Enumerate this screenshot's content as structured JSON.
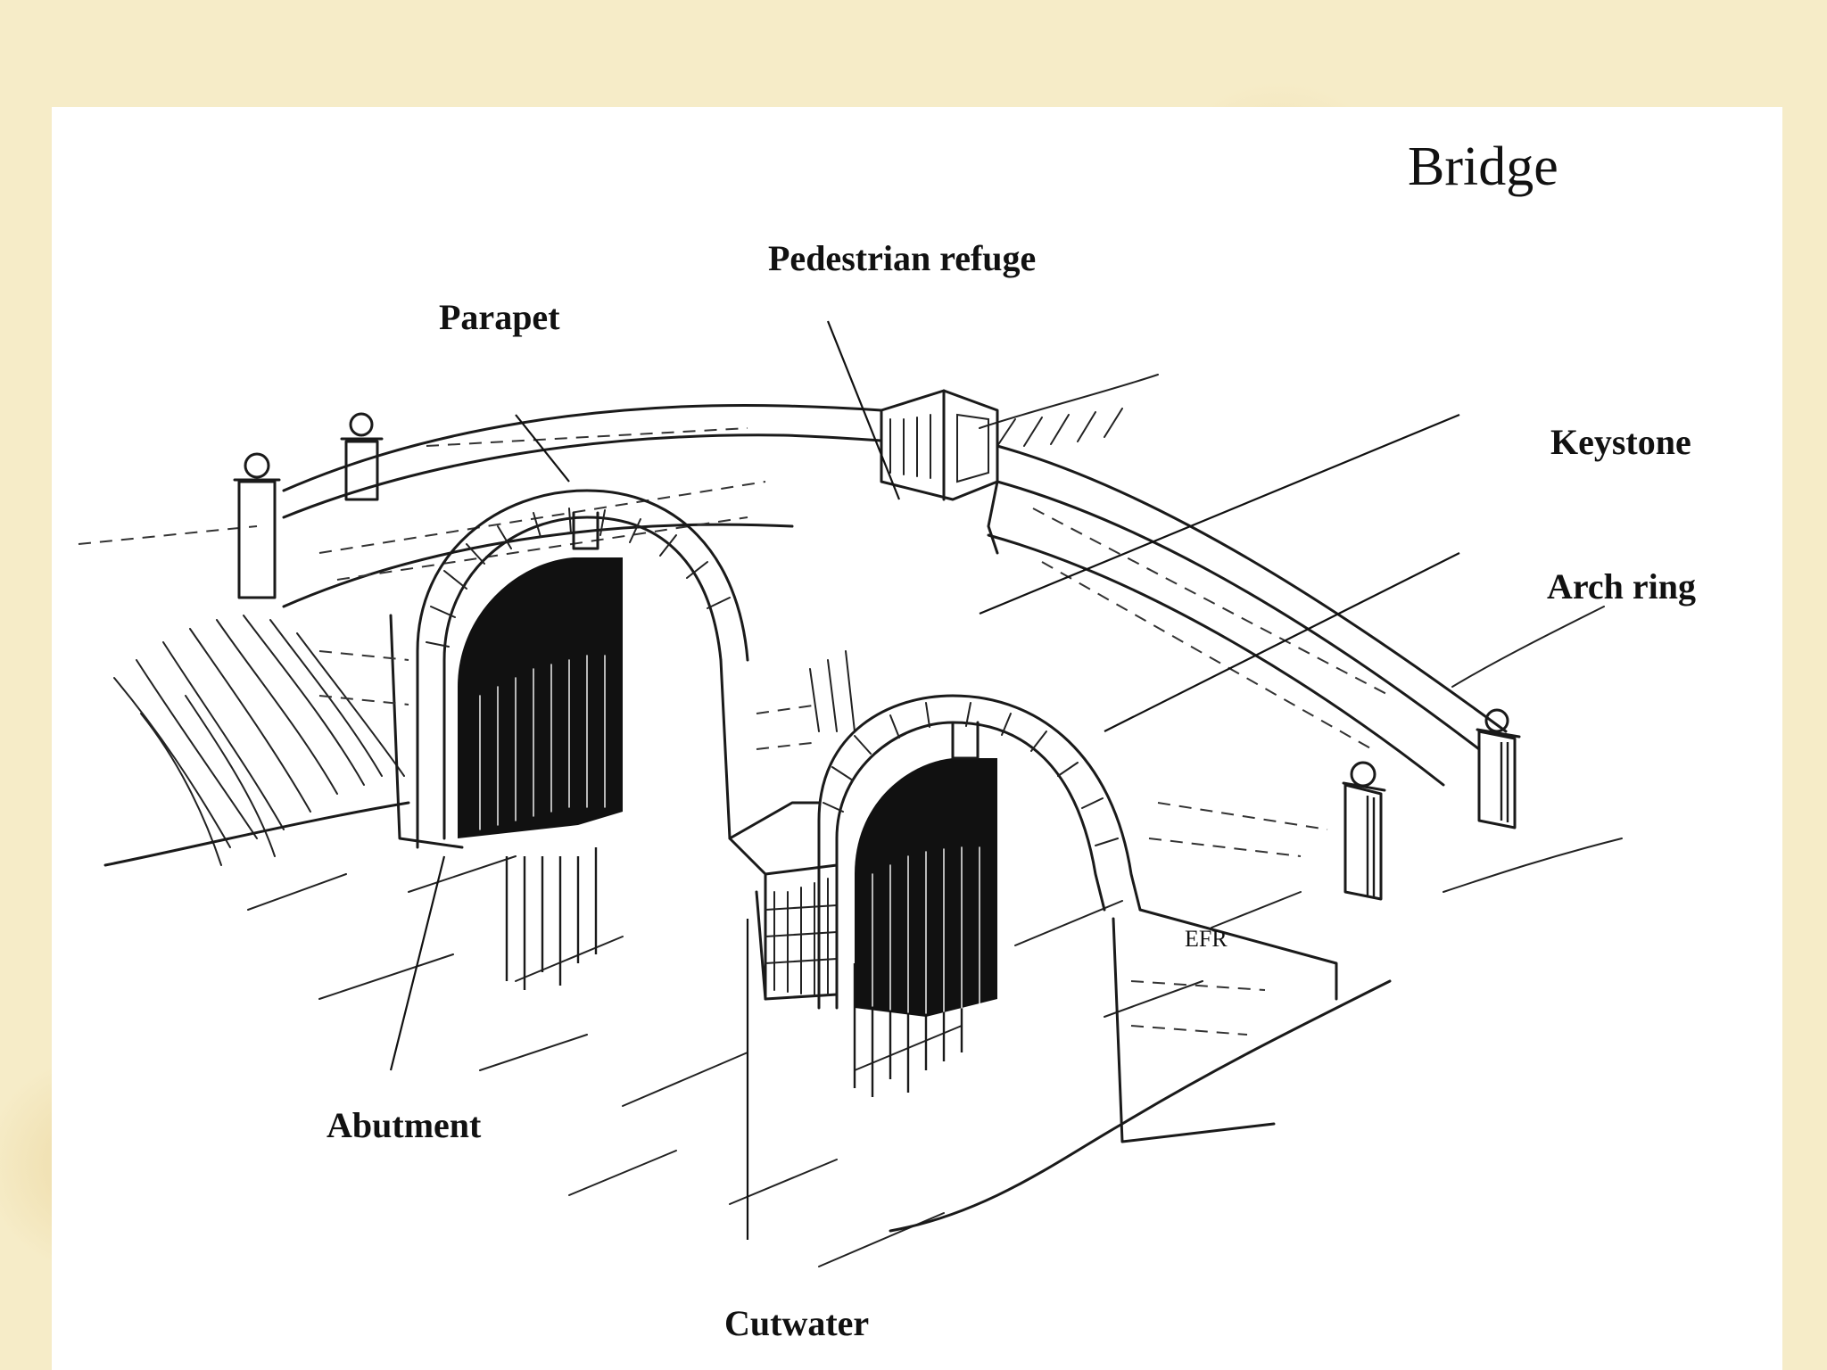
{
  "title": "Bridge",
  "labels": {
    "pedestrian_refuge": "Pedestrian refuge",
    "parapet": "Parapet",
    "keystone": "Keystone",
    "arch_ring": "Arch ring",
    "abutment": "Abutment",
    "cutwater": "Cutwater"
  },
  "signature": "EFR",
  "colors": {
    "background": "#f6ecc8",
    "panel": "#ffffff",
    "ink": "#1a1a1a"
  }
}
